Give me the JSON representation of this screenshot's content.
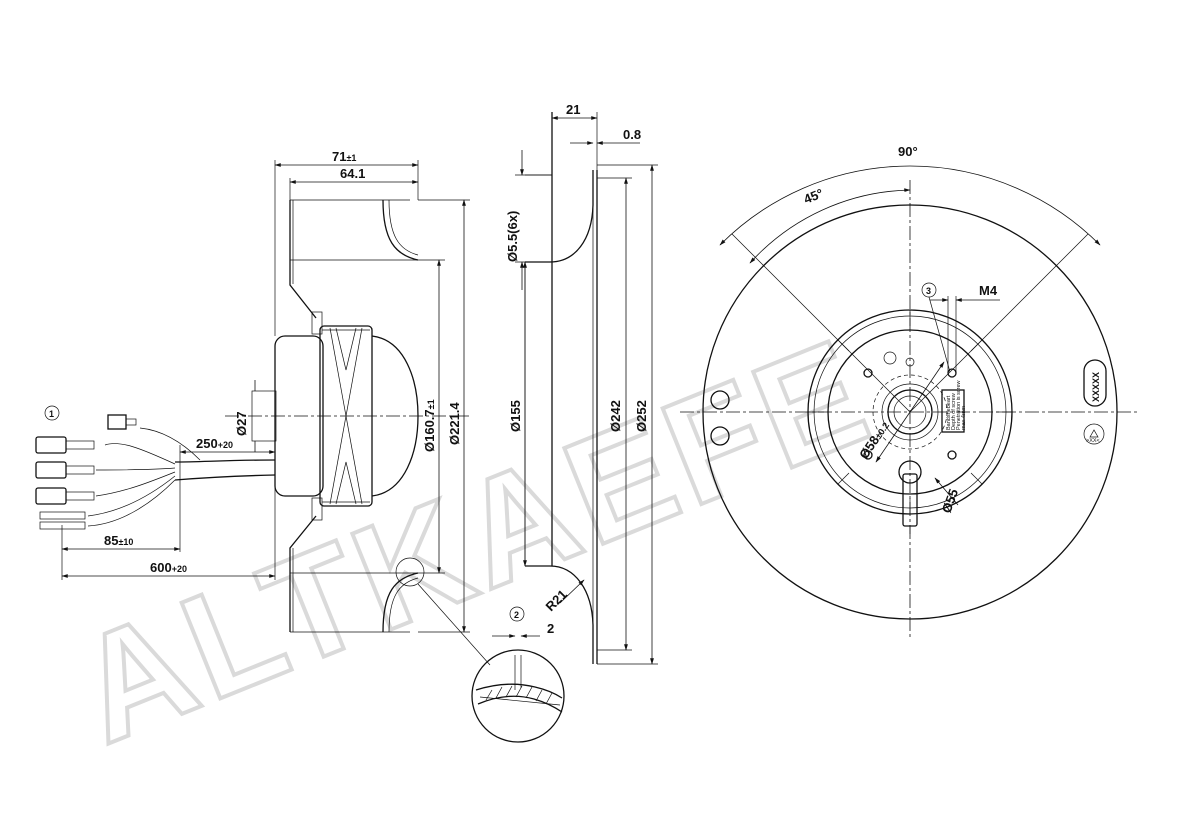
{
  "watermark": "ALTKAEFE",
  "callouts": {
    "c1": "1",
    "c2": "2",
    "c3": "3"
  },
  "side_view": {
    "d_71": "71",
    "d_71_tol": "±1",
    "d_64": "64.1",
    "d_27": "Ø27",
    "d_160": "Ø160.7",
    "d_160_tol": "±1",
    "d_221": "Ø221.4",
    "d_250": "250",
    "d_250_tol": "+20",
    "d_85": "85",
    "d_85_tol": "±10",
    "d_600": "600",
    "d_600_tol": "+20"
  },
  "section_view": {
    "d_21": "21",
    "d_08": "0.8",
    "d_55": "Ø5.5(6x)",
    "d_155": "Ø155",
    "d_242": "Ø242",
    "d_252": "Ø252",
    "d_r21": "R21",
    "d_2": "2"
  },
  "front_view": {
    "d_90": "90°",
    "d_45": "45°",
    "d_m4": "M4",
    "d_58": "Ø58",
    "d_58_tol": "±0.2",
    "d_55": "Ø55",
    "label_code": "XXXXX",
    "label_lines": [
      "Bandshebeart",
      "Depth of screw",
      "Penetration is screw",
      "max 4mm"
    ],
    "badge_text": ">XX<"
  }
}
